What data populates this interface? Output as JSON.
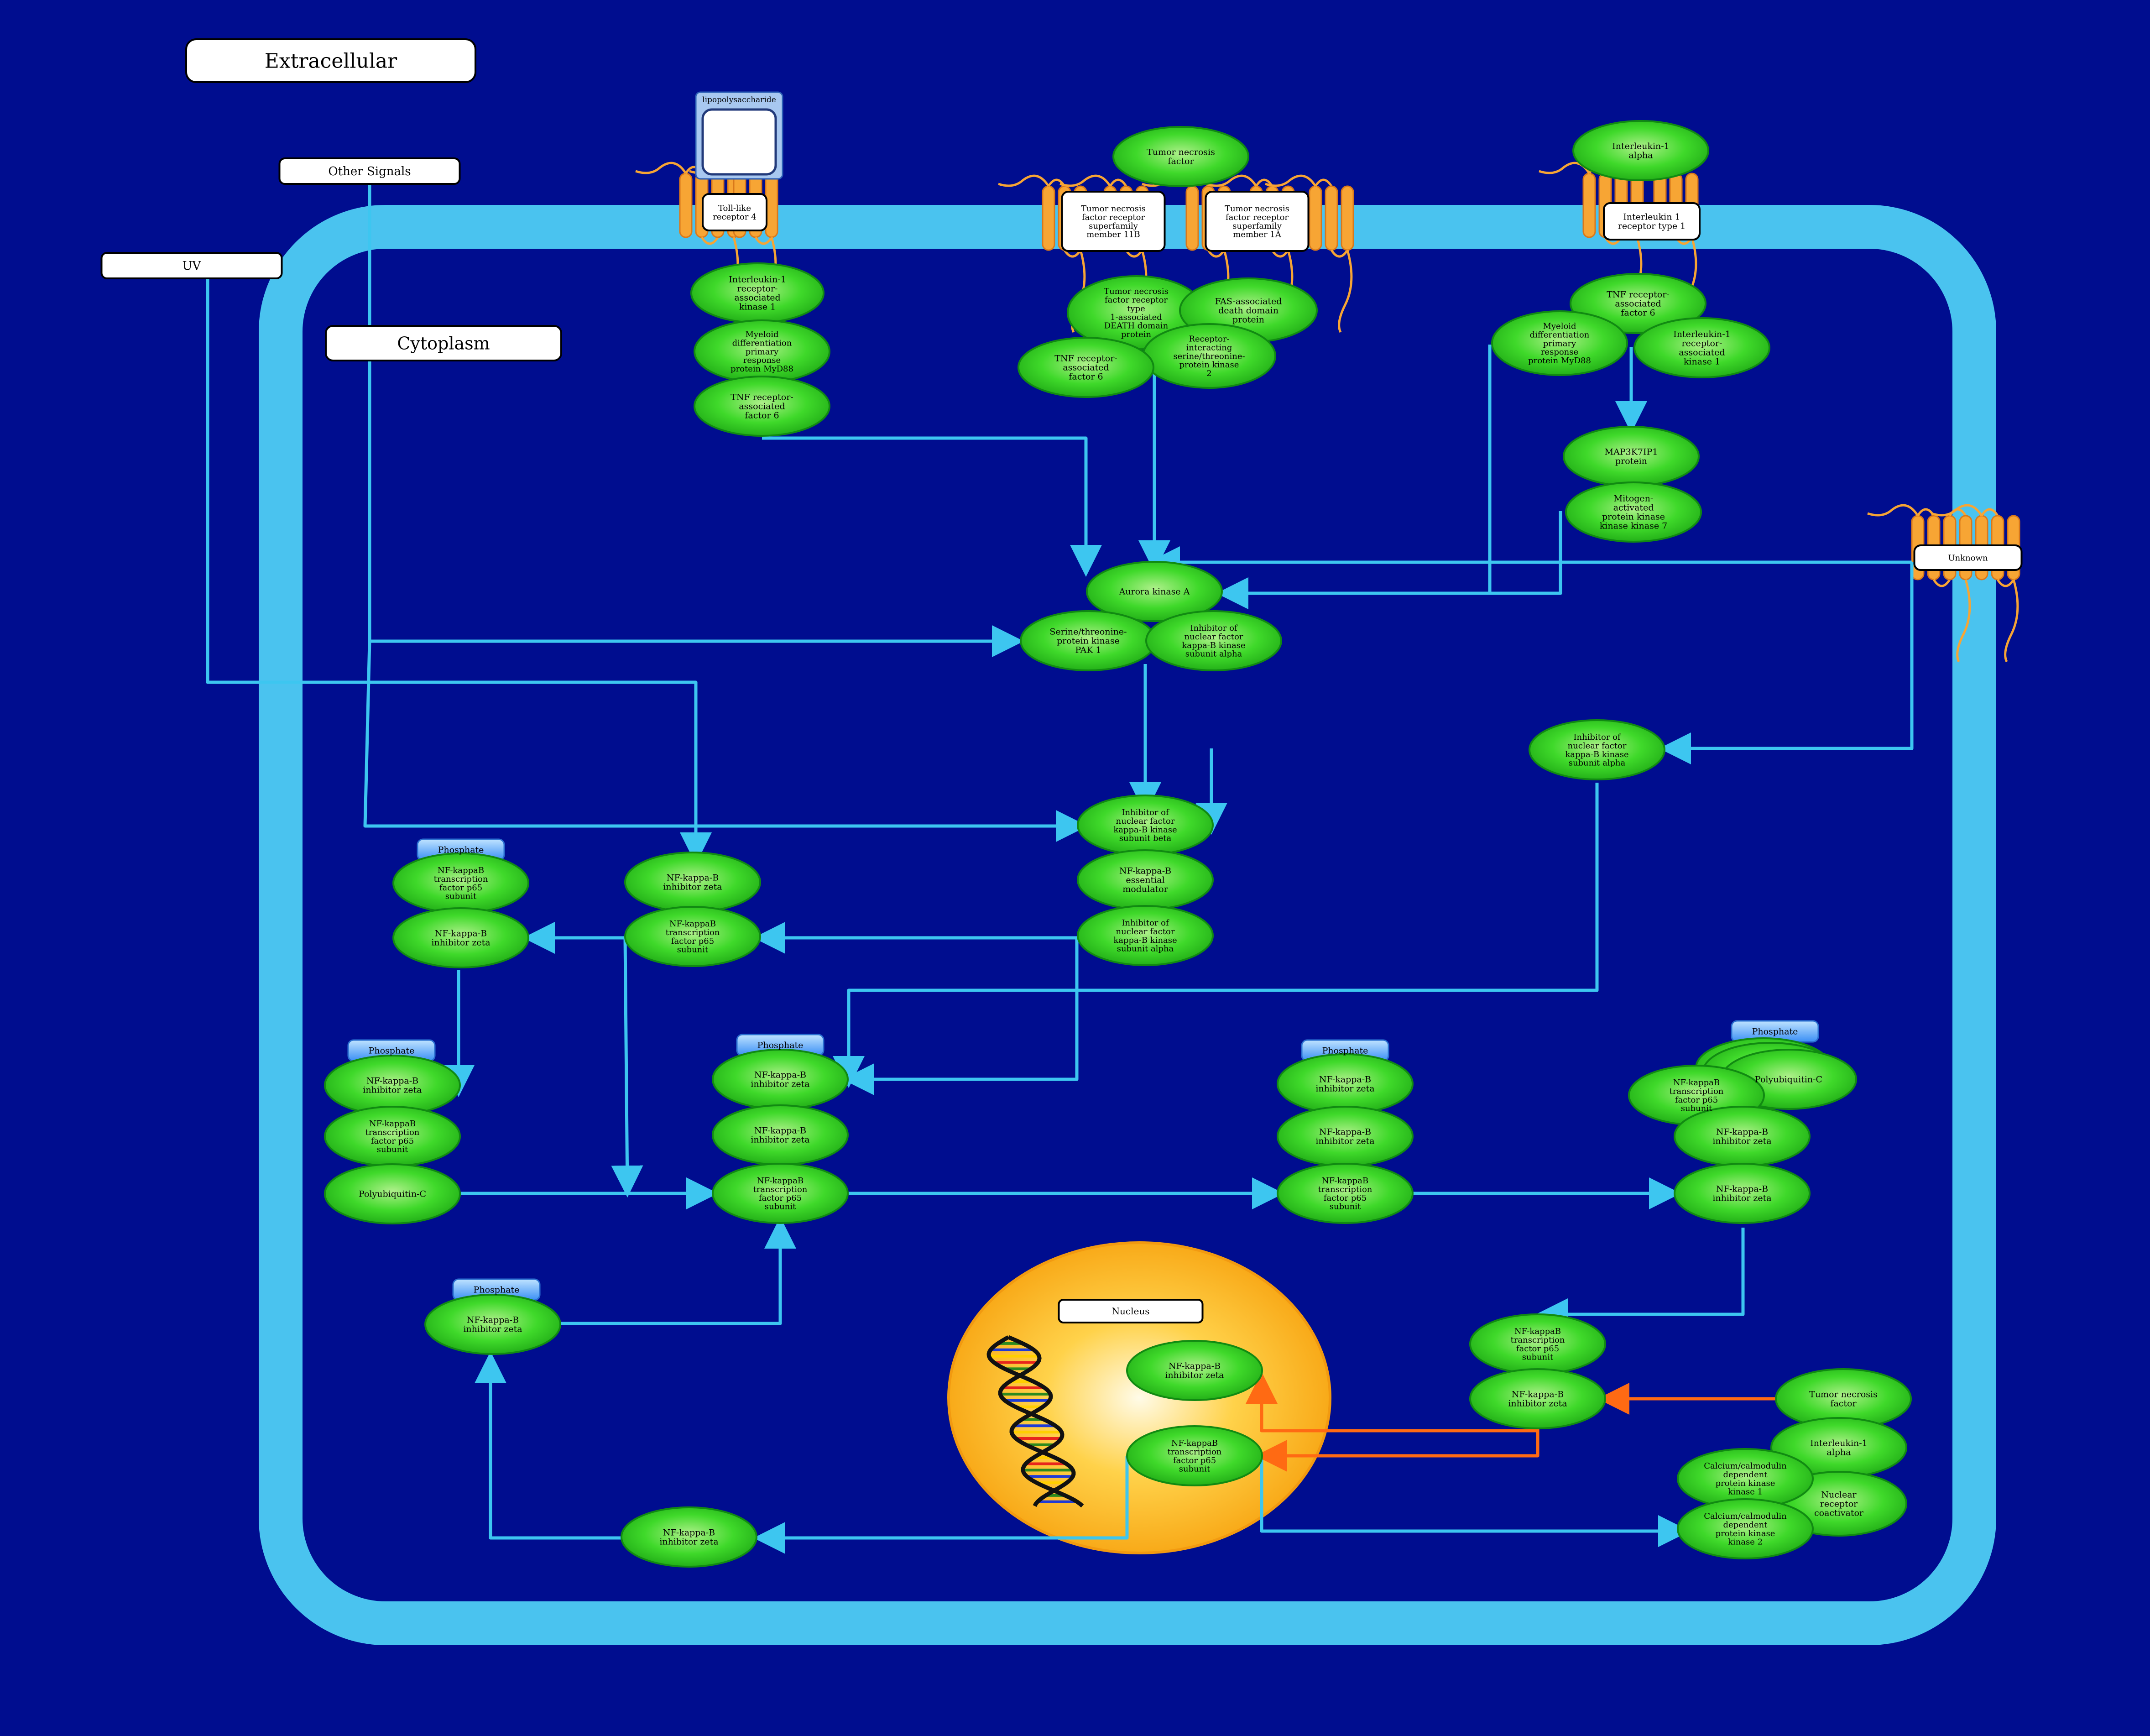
{
  "compartments": {
    "extracellular": "Extracellular",
    "cytoplasm": "Cytoplasm",
    "nucleus": "Nucleus"
  },
  "signals": {
    "other": "Other Signals",
    "uv": "UV"
  },
  "receptors": {
    "tlr4": "Toll-like\nreceptor 4",
    "lps": "lipopolysaccharide",
    "tnfr11b": "Tumor necrosis\nfactor receptor\nsuperfamily\nmember 11B",
    "tnfr1a": "Tumor necrosis\nfactor receptor\nsuperfamily\nmember 1A",
    "il1r1": "Interleukin 1\nreceptor type 1",
    "unknown": "Unknown"
  },
  "nodes": {
    "tnf_top": "Tumor necrosis\nfactor",
    "il1a_top": "Interleukin-1\nalpha",
    "irak1_tlr": "Interleukin-1\nreceptor-\nassociated\nkinase 1",
    "myd88_tlr": "Myeloid\ndifferentiation\nprimary\nresponse\nprotein MyD88",
    "traf6_tlr": "TNF receptor-\nassociated\nfactor 6",
    "tradd": "Tumor necrosis\nfactor receptor\ntype\n1-associated\nDEATH domain\nprotein",
    "fadd": "FAS-associated\ndeath domain\nprotein",
    "ripk2": "Receptor-\ninteracting\nserine/threonine-\nprotein kinase\n2",
    "traf6_tnf": "TNF receptor-\nassociated\nfactor 6",
    "traf6_il1": "TNF receptor-\nassociated\nfactor 6",
    "myd88_il1": "Myeloid\ndifferentiation\nprimary\nresponse\nprotein MyD88",
    "irak1_il1": "Interleukin-1\nreceptor-\nassociated\nkinase 1",
    "map3k7ip1": "MAP3K7IP1\nprotein",
    "map3k7": "Mitogen-\nactivated\nprotein kinase\nkinase kinase 7",
    "aurka": "Aurora kinase A",
    "pak1": "Serine/threonine-\nprotein kinase\nPAK 1",
    "ikka_1": "Inhibitor of\nnuclear factor\nkappa-B kinase\nsubunit alpha",
    "ikka_right": "Inhibitor of\nnuclear factor\nkappa-B kinase\nsubunit alpha",
    "ikkb": "Inhibitor of\nnuclear factor\nkappa-B kinase\nsubunit beta",
    "nemo": "NF-kappa-B\nessential\nmodulator",
    "ikka_2": "Inhibitor of\nnuclear factor\nkappa-B kinase\nsubunit alpha",
    "c1_p65": "NF-kappaB\ntranscription\nfactor p65\nsubunit",
    "c1_zeta": "NF-kappa-B\ninhibitor zeta",
    "c2_zeta": "NF-kappa-B\ninhibitor zeta",
    "c2_p65": "NF-kappaB\ntranscription\nfactor p65\nsubunit",
    "c3_zeta": "NF-kappa-B\ninhibitor zeta",
    "c3_p65": "NF-kappaB\ntranscription\nfactor p65\nsubunit",
    "c3_ub": "Polyubiquitin-C",
    "c4_zeta1": "NF-kappa-B\ninhibitor zeta",
    "c4_zeta2": "NF-kappa-B\ninhibitor zeta",
    "c4_p65": "NF-kappaB\ntranscription\nfactor p65\nsubunit",
    "c5_zeta1": "NF-kappa-B\ninhibitor zeta",
    "c5_zeta2": "NF-kappa-B\ninhibitor zeta",
    "c5_p65": "NF-kappaB\ntranscription\nfactor p65\nsubunit",
    "c6_p65": "NF-kappaB\ntranscription\nfactor p65\nsubunit",
    "c6_ub": "Polyubiquitin-C",
    "c6_zeta1": "NF-kappa-B\ninhibitor zeta",
    "c6_zeta2": "NF-kappa-B\ninhibitor zeta",
    "phos_zeta": "NF-kappa-B\ninhibitor zeta",
    "zeta_bottom": "NF-kappa-B\ninhibitor zeta",
    "n_zeta": "NF-kappa-B\ninhibitor zeta",
    "n_p65": "NF-kappaB\ntranscription\nfactor p65\nsubunit",
    "c7_p65": "NF-kappaB\ntranscription\nfactor p65\nsubunit",
    "c7_zeta": "NF-kappa-B\ninhibitor zeta",
    "tnf_br": "Tumor necrosis\nfactor",
    "il1a_br": "Interleukin-1\nalpha",
    "camk1": "Calcium/calmodulin\ndependent\nprotein kinase\nkinase 1",
    "ncoa": "Nuclear\nreceptor\ncoactivator",
    "camk2": "Calcium/calmodulin\ndependent\nprotein kinase\nkinase 2"
  },
  "phosphate_label": "Phosphate"
}
